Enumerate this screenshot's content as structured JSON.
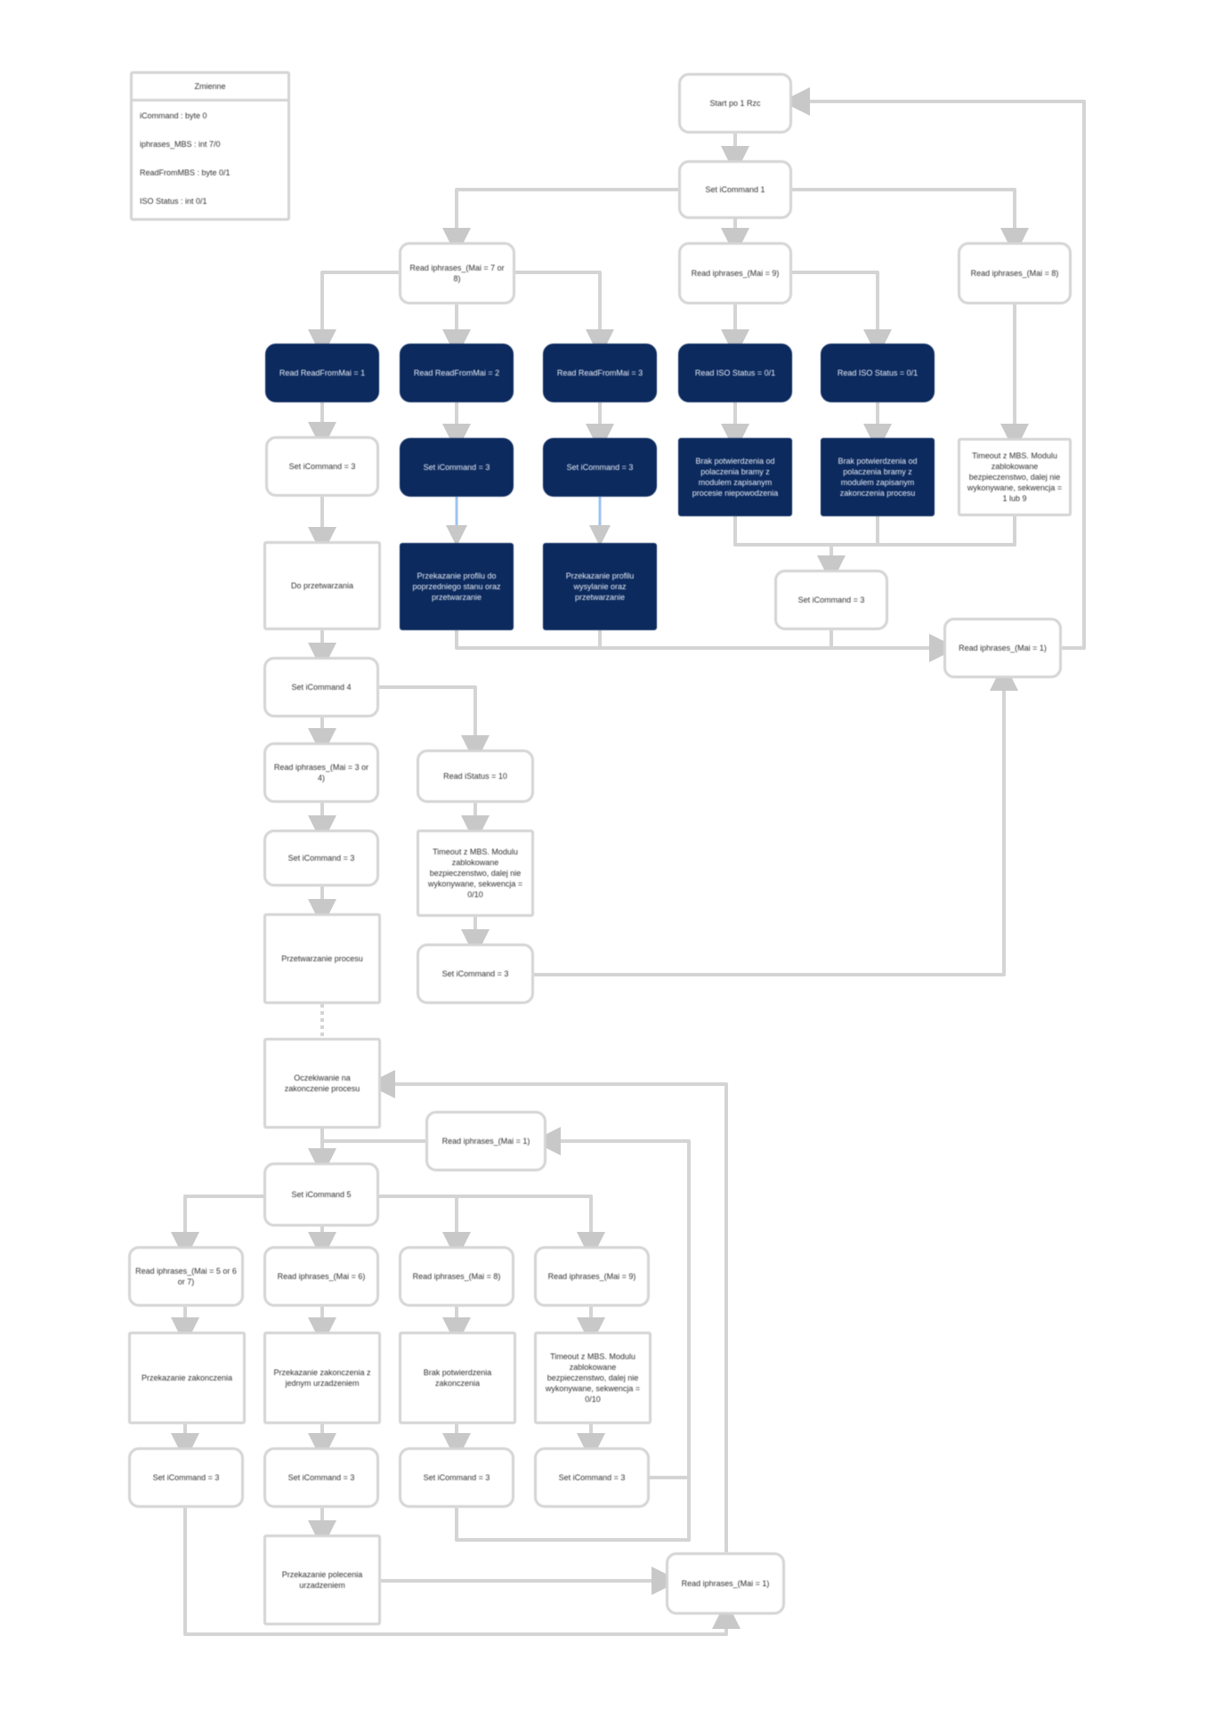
{
  "legend": {
    "title": "Zmienne",
    "items": [
      "iCommand : byte 0",
      "iphrases_MBS : int 7/0",
      "ReadFromMBS : byte 0/1",
      "ISO Status : int 0/1"
    ]
  },
  "nodes": {
    "start": "Start po 1 Rzc",
    "cmd1": "Set iCommand 1",
    "read_a": "Read iphrases_(Mai = 7 or 8)",
    "read_b": "Read iphrases_(Mai = 9)",
    "read_c": "Read iphrases_(Mai = 8)",
    "rf1": "Read ReadFromMai = 1",
    "rf2": "Read ReadFromMai = 2",
    "rf3": "Read ReadFromMai = 3",
    "iso1": "Read ISO Status = 0/1",
    "iso2": "Read ISO Status = 0/1",
    "cmd_a": "Set iCommand = 3",
    "cmd_b": "Set iCommand = 3",
    "cmd_c": "Set iCommand = 3",
    "iso_msg1": "Brak potwierdzenia od polaczenia bramy z modulem zapisanym procesie niepowodzenia",
    "iso_msg2": "Brak potwierdzenia od polaczenia bramy z modulem zapisanym zakonczenia procesu",
    "timeout1": "Timeout z MBS. Modulu zablokowane bezpieczenstwo, dalej nie wykonywane, sekwencja = 1 lub 9",
    "proc_a": "Do przetwarzania",
    "proc_b": "Przekazanie profilu do poprzedniego stanu oraz przetwarzanie",
    "proc_c": "Przekazanie profilu wysylanie oraz przetwarzanie",
    "cmd_mid": "Set iCommand = 3",
    "read_final1": "Read iphrases_(Mai = 1)",
    "cmd_s2": "Set iCommand 4",
    "read_s2a": "Read iphrases_(Mai = 3 or 4)",
    "read_s2b": "Read iStatus = 10",
    "cmd_s2a": "Set iCommand = 3",
    "timeout2": "Timeout z MBS. Modulu zablokowane bezpieczenstwo, dalej nie wykonywane, sekwencja = 0/10",
    "cmd_s2b": "Set iCommand = 3",
    "process": "Przetwarzanie procesu",
    "wait": "Oczekiwanie na zakonczenie procesu",
    "read_loop": "Read iphrases_(Mai = 1)",
    "cmd_s3": "Set iCommand 5",
    "read_s3a": "Read iphrases_(Mai = 5 or 6 or 7)",
    "read_s3b": "Read iphrases_(Mai = 6)",
    "read_s3c": "Read iphrases_(Mai = 8)",
    "read_s3d": "Read iphrases_(Mai = 9)",
    "res_a": "Przekazanie zakonczenia",
    "res_b": "Przekazanie zakonczenia z jednym urzadzeniem",
    "res_c": "Brak potwierdzenia zakonczenia",
    "timeout3": "Timeout z MBS. Modulu zablokowane bezpieczenstwo, dalej nie wykonywane, sekwencja = 0/10",
    "cmd_s3a": "Set iCommand = 3",
    "cmd_s3b": "Set iCommand = 3",
    "cmd_s3c": "Set iCommand = 3",
    "cmd_s3d": "Set iCommand = 3",
    "res_final": "Przekazanie polecenia urzadzeniem",
    "read_end": "Read iphrases_(Mai = 1)"
  },
  "colors": {
    "node_border": "#d4d4d4",
    "dark_fill": "#0c2a5e",
    "edge": "#d4d4d4",
    "highlight_edge": "#9cc3f0"
  }
}
